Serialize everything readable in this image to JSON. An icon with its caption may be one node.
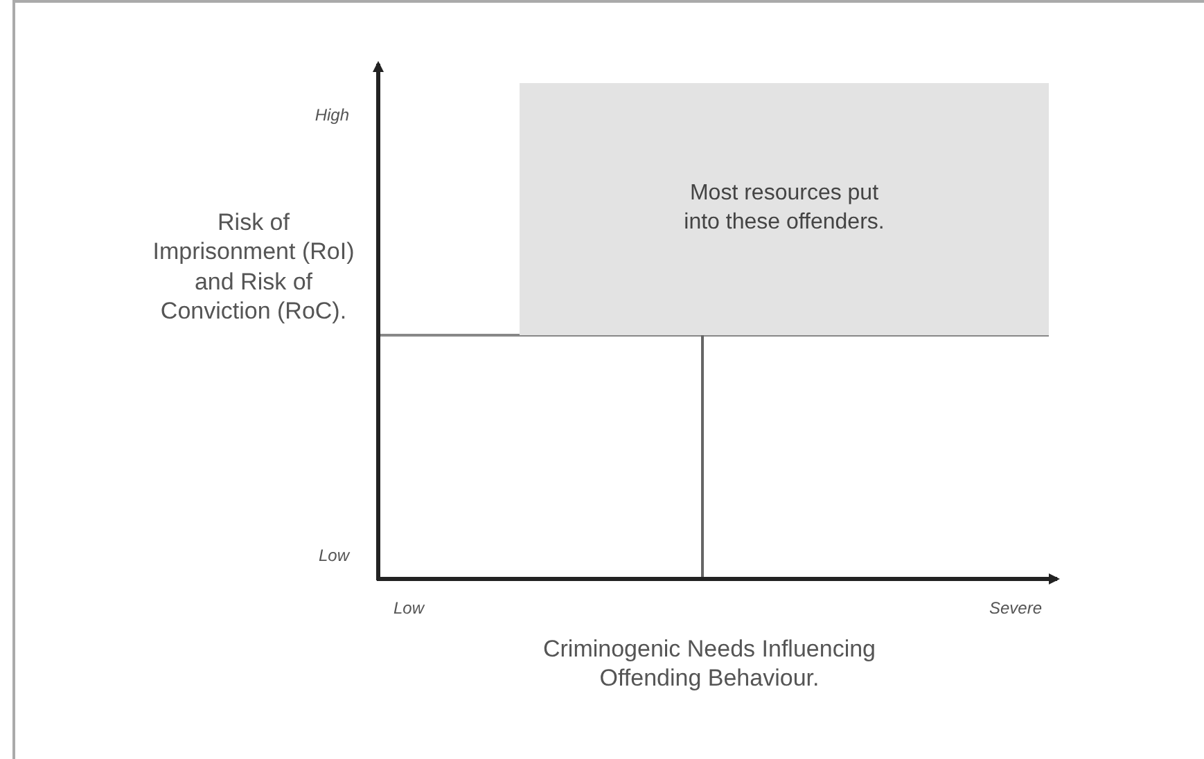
{
  "diagram": {
    "nodes": [
      {
        "text": [
          "Most resources put into these offenders."
        ]
      }
    ],
    "edges": [],
    "labels": [
      "High",
      "Risk of Imprisonment (RoI) and Risk of Conviction (RoC).",
      "Low",
      "Low",
      "Severe",
      "Criminogenic Needs Influencing Offending Behaviour."
    ]
  }
}
